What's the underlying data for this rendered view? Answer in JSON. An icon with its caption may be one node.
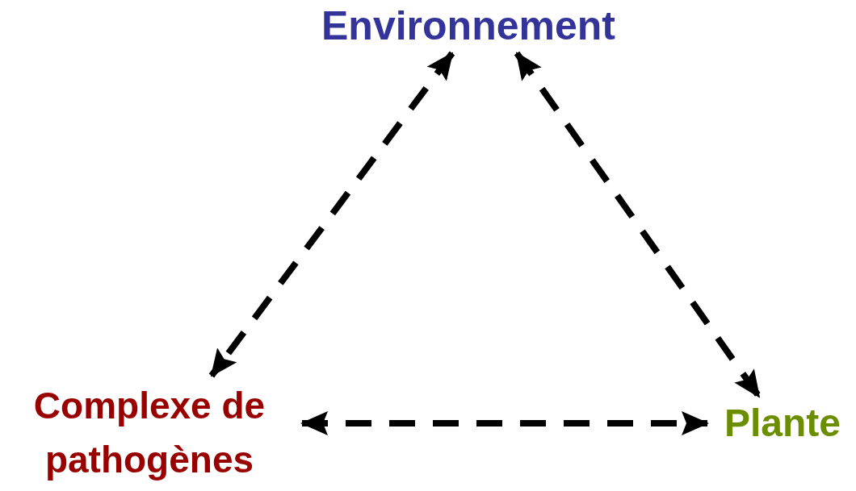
{
  "diagram": {
    "nodes": [
      {
        "text": [
          "Environnement"
        ]
      },
      {
        "text": [
          "Complexe de pathogènes"
        ]
      },
      {
        "text": [
          "Plante"
        ]
      }
    ],
    "edges": [
      {
        "from": 0,
        "to": 1,
        "arrow": "both",
        "style": "dashed"
      },
      {
        "from": 0,
        "to": 2,
        "arrow": "both",
        "style": "dashed"
      },
      {
        "from": 1,
        "to": 2,
        "arrow": "both",
        "style": "dashed"
      }
    ]
  }
}
